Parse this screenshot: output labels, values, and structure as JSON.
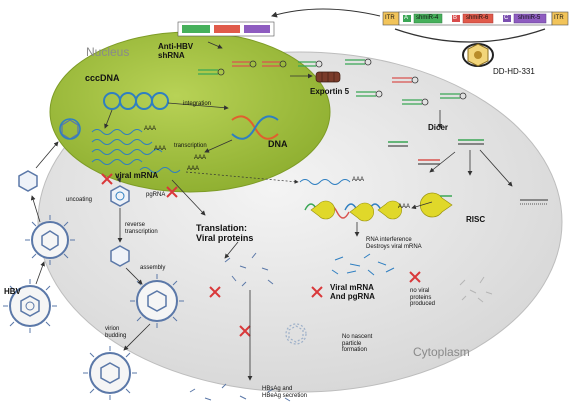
{
  "construct": {
    "itr_left": "ITR",
    "itr_right": "ITR",
    "promoters": [
      "A",
      "B",
      "C"
    ],
    "shrnas": [
      "shmiR-4",
      "shmiR-6",
      "shmiR-5"
    ],
    "label": "DD-HD-331"
  },
  "labels": {
    "nucleus": "Nucleus",
    "cytoplasm": "Cytoplasm",
    "anti_hbv_shrna": "Anti-HBV\nshRNA",
    "cccdna": "cccDNA",
    "integration": "integration",
    "dna": "DNA",
    "transcription": "transcription",
    "aaa": "AAA",
    "viral_mrna_nucleus": "viral mRNA",
    "exportin": "Exportin 5",
    "dicer": "Dicer",
    "risc": "RISC",
    "rna_interference": "RNA interference\nDestroys viral mRNA",
    "viral_mrna_pgrna": "Viral mRNA\nAnd pgRNA",
    "no_viral_proteins": "no viral\nproteins\nproduced",
    "no_nascent": "No nascent\nparticle\nformation",
    "uncoating": "uncoating",
    "pgrna": "pgRNA",
    "reverse_transcription": "reverse\ntranscription",
    "assembly": "assembly",
    "virion_budding": "virion\nbudding",
    "hbv": "HBV",
    "translation": "Translation:\nViral proteins",
    "hbsag_secretion": "HBsAg and\nHBeAg secretion"
  },
  "colors": {
    "cell": "#e4e4e4",
    "nucleus": "#9fbd3e",
    "pacman": "#e0d82a",
    "block_x": "#d9383a",
    "rna_blue": "#2f7fc1",
    "rna_red": "#d9534f",
    "rna_green": "#3aa655",
    "virus_blue": "#5b78a8"
  }
}
